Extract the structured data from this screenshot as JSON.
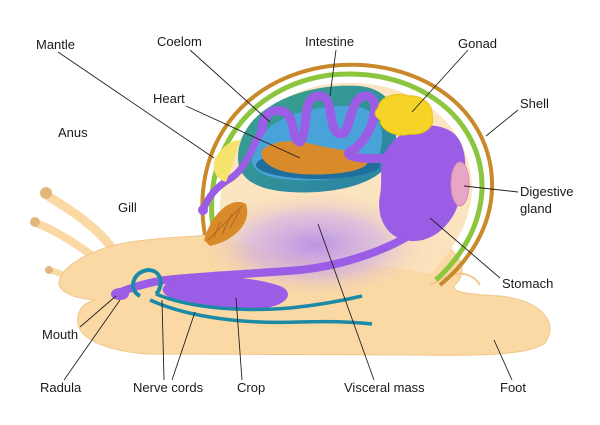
{
  "labels": {
    "mantle": "Mantle",
    "coelom": "Coelom",
    "intestine": "Intestine",
    "gonad": "Gonad",
    "heart": "Heart",
    "shell": "Shell",
    "anus": "Anus",
    "gill": "Gill",
    "digestive_gland": [
      "Digestive",
      "gland"
    ],
    "stomach": "Stomach",
    "mouth": "Mouth",
    "radula": "Radula",
    "nerve_cords": "Nerve cords",
    "crop": "Crop",
    "visceral_mass": "Visceral mass",
    "foot": "Foot"
  },
  "colors": {
    "body": "#fbd9a5",
    "body_edge": "#f0c58a",
    "shell_outer": "#c9892a",
    "shell_green": "#8cc63f",
    "coelom_blue": "#4aa3d8",
    "coelom_dark": "#1f6e9c",
    "digestive_purple": "#9b5de5",
    "organ_orange": "#d98a2b",
    "gonad_yellow": "#f5d327",
    "nerve_teal": "#1b8aa6",
    "leader_line": "#222222"
  }
}
